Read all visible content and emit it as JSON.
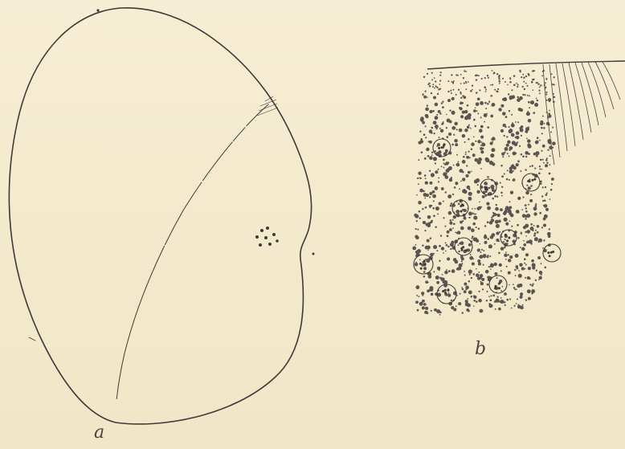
{
  "figure": {
    "panels": [
      {
        "id": "a",
        "label": "a"
      },
      {
        "id": "b",
        "label": "b"
      }
    ],
    "colors": {
      "paper": "#f4ebcf",
      "ink": "#3e3a38",
      "stipple": "#5b5552"
    }
  }
}
